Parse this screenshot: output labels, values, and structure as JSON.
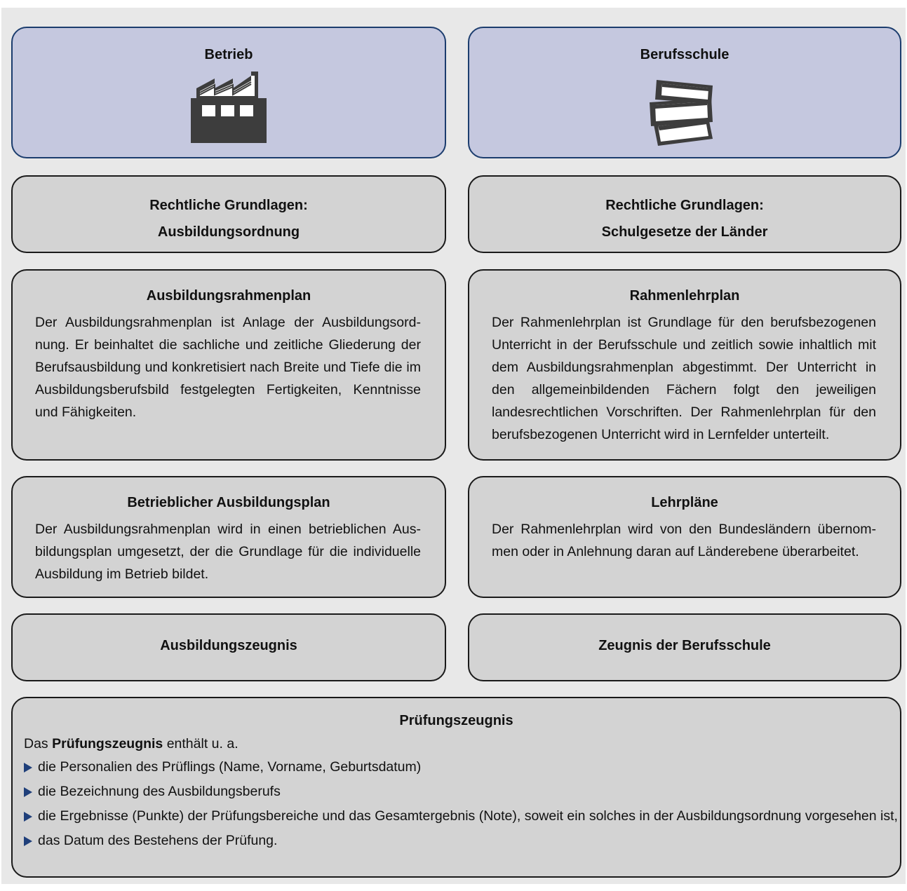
{
  "colors": {
    "header_bg": "#c5c8df",
    "header_border": "#1c3d6e",
    "box_bg": "#d3d3d3",
    "bullet": "#1f3f7a"
  },
  "columns": {
    "left": {
      "header": {
        "title": "Betrieb",
        "icon": "factory-icon"
      },
      "law": {
        "line1": "Rechtliche Grundlagen:",
        "line2": "Ausbildungsordnung"
      },
      "plan": {
        "title": "Ausbildungsrahmenplan",
        "text": "Der Ausbildungsrahmenplan ist Anlage der Ausbildungsord­nung. Er beinhaltet die sachliche und zeitliche Gliederung der Berufsausbildung und konkretisiert nach Breite und Tiefe die im Ausbildungsberufsbild festgelegten Fertigkeiten, Kenntnisse und Fähigkeiten."
      },
      "company_plan": {
        "title": "Betrieblicher Ausbildungsplan",
        "text": "Der Ausbildungsrahmenplan wird in einen betrieblichen Aus­bildungsplan umgesetzt, der die Grundlage für die individuelle Ausbildung im Betrieb bildet."
      },
      "certificate": "Ausbildungszeugnis"
    },
    "right": {
      "header": {
        "title": "Berufsschule",
        "icon": "books-icon"
      },
      "law": {
        "line1": "Rechtliche Grundlagen:",
        "line2": "Schulgesetze der Länder"
      },
      "plan": {
        "title": "Rahmenlehrplan",
        "text": "Der Rahmenlehrplan ist Grundlage für den berufsbezogenen Un­terricht in der Berufsschule und zeitlich sowie inhaltlich mit dem Ausbildungsrahmenplan abgestimmt. Der Unterricht in den all­gemeinbildenden Fächern folgt den jeweiligen landesrechtlichen Vorschriften. Der Rahmenlehrplan für den berufsbezogenen Un­terricht wird in Lernfelder unterteilt."
      },
      "curricula": {
        "title": "Lehrpläne",
        "text": "Der Rahmenlehrplan wird von den Bundesländern übernom­men oder in Anlehnung daran auf Länderebene überarbeitet."
      },
      "certificate": "Zeugnis der Berufsschule"
    }
  },
  "exam": {
    "title": "Prüfungszeugnis",
    "intro_prefix": "Das ",
    "intro_bold": "Prüfungszeugnis",
    "intro_suffix": " enthält u. a.",
    "items": [
      "die Personalien des Prüflings (Name, Vorname, Geburtsdatum)",
      "die Bezeichnung des Ausbildungsberufs",
      "die Ergebnisse (Punkte) der Prüfungsbereiche und das Gesamtergebnis (Note), soweit ein solches in der Ausbildungsordnung vorgesehen ist,",
      "das Datum des Bestehens der Prüfung."
    ]
  }
}
